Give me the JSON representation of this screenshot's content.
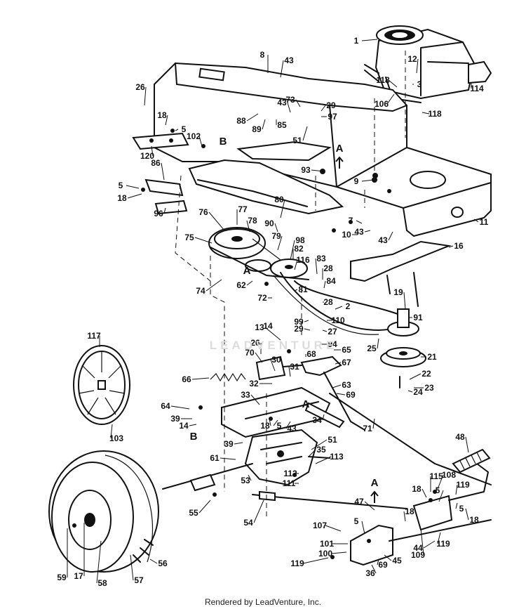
{
  "footer": {
    "credit": "Rendered by LeadVenture, Inc."
  },
  "watermark": {
    "text": "LEADVENTURE"
  },
  "callouts": [
    {
      "key": "p1",
      "text": "1"
    },
    {
      "key": "p3",
      "text": "3"
    },
    {
      "key": "p12",
      "text": "12"
    },
    {
      "key": "p114",
      "text": "114"
    },
    {
      "key": "p118a",
      "text": "118"
    },
    {
      "key": "p106",
      "text": "106"
    },
    {
      "key": "p118b",
      "text": "118"
    },
    {
      "key": "p8",
      "text": "8"
    },
    {
      "key": "p43a",
      "text": "43"
    },
    {
      "key": "p73",
      "text": "73"
    },
    {
      "key": "p43b",
      "text": "43"
    },
    {
      "key": "p29a",
      "text": "29"
    },
    {
      "key": "p97",
      "text": "97"
    },
    {
      "key": "p88",
      "text": "88"
    },
    {
      "key": "p89",
      "text": "89"
    },
    {
      "key": "p85",
      "text": "85"
    },
    {
      "key": "p51a",
      "text": "51"
    },
    {
      "key": "p26a",
      "text": "26"
    },
    {
      "key": "p18a",
      "text": "18"
    },
    {
      "key": "p5a",
      "text": "5"
    },
    {
      "key": "p102",
      "text": "102"
    },
    {
      "key": "pB1",
      "text": "B"
    },
    {
      "key": "p120",
      "text": "120"
    },
    {
      "key": "pA1",
      "text": "A"
    },
    {
      "key": "p93",
      "text": "93"
    },
    {
      "key": "p9",
      "text": "9"
    },
    {
      "key": "p86",
      "text": "86"
    },
    {
      "key": "p5b",
      "text": "5"
    },
    {
      "key": "p18b",
      "text": "18"
    },
    {
      "key": "p96",
      "text": "96"
    },
    {
      "key": "p80",
      "text": "80"
    },
    {
      "key": "p7",
      "text": "7"
    },
    {
      "key": "p10",
      "text": "10"
    },
    {
      "key": "p43c",
      "text": "43"
    },
    {
      "key": "p43d",
      "text": "43"
    },
    {
      "key": "p11",
      "text": "11"
    },
    {
      "key": "p16",
      "text": "16"
    },
    {
      "key": "p76",
      "text": "76"
    },
    {
      "key": "p77",
      "text": "77"
    },
    {
      "key": "p78",
      "text": "78"
    },
    {
      "key": "p90",
      "text": "90"
    },
    {
      "key": "p79",
      "text": "79"
    },
    {
      "key": "p98",
      "text": "98"
    },
    {
      "key": "p75",
      "text": "75"
    },
    {
      "key": "p82",
      "text": "82"
    },
    {
      "key": "p116",
      "text": "116"
    },
    {
      "key": "p83",
      "text": "83"
    },
    {
      "key": "p28a",
      "text": "28"
    },
    {
      "key": "pA2",
      "text": "A"
    },
    {
      "key": "p74",
      "text": "74"
    },
    {
      "key": "p62",
      "text": "62"
    },
    {
      "key": "p84",
      "text": "84"
    },
    {
      "key": "p81",
      "text": "81"
    },
    {
      "key": "p72",
      "text": "72"
    },
    {
      "key": "p28b",
      "text": "28"
    },
    {
      "key": "p2",
      "text": "2"
    },
    {
      "key": "p19",
      "text": "19"
    },
    {
      "key": "p91",
      "text": "91"
    },
    {
      "key": "p110",
      "text": "110"
    },
    {
      "key": "p99",
      "text": "99"
    },
    {
      "key": "p29b",
      "text": "29"
    },
    {
      "key": "p27",
      "text": "27"
    },
    {
      "key": "p13",
      "text": "13"
    },
    {
      "key": "p14a",
      "text": "14"
    },
    {
      "key": "p94",
      "text": "94"
    },
    {
      "key": "p65",
      "text": "65"
    },
    {
      "key": "p25",
      "text": "25"
    },
    {
      "key": "p21",
      "text": "21"
    },
    {
      "key": "p117",
      "text": "117"
    },
    {
      "key": "p26b",
      "text": "26"
    },
    {
      "key": "p70",
      "text": "70"
    },
    {
      "key": "p68",
      "text": "68"
    },
    {
      "key": "p30",
      "text": "30"
    },
    {
      "key": "p67",
      "text": "67"
    },
    {
      "key": "p31",
      "text": "31"
    },
    {
      "key": "p22",
      "text": "22"
    },
    {
      "key": "p66",
      "text": "66"
    },
    {
      "key": "p32",
      "text": "32"
    },
    {
      "key": "p24",
      "text": "24"
    },
    {
      "key": "p23",
      "text": "23"
    },
    {
      "key": "p63",
      "text": "63"
    },
    {
      "key": "p69a",
      "text": "69"
    },
    {
      "key": "p33",
      "text": "33"
    },
    {
      "key": "p64",
      "text": "64"
    },
    {
      "key": "pA3",
      "text": "A"
    },
    {
      "key": "p39a",
      "text": "39"
    },
    {
      "key": "p14b",
      "text": "14"
    },
    {
      "key": "p18c",
      "text": "18"
    },
    {
      "key": "p5c",
      "text": "5"
    },
    {
      "key": "p34",
      "text": "34"
    },
    {
      "key": "p43e",
      "text": "43"
    },
    {
      "key": "pB2",
      "text": "B"
    },
    {
      "key": "p71",
      "text": "71"
    },
    {
      "key": "p103",
      "text": "103"
    },
    {
      "key": "p39b",
      "text": "39"
    },
    {
      "key": "p51b",
      "text": "51"
    },
    {
      "key": "p35",
      "text": "35"
    },
    {
      "key": "p48",
      "text": "48"
    },
    {
      "key": "p61",
      "text": "61"
    },
    {
      "key": "p113",
      "text": "113"
    },
    {
      "key": "p112",
      "text": "112"
    },
    {
      "key": "p111",
      "text": "111"
    },
    {
      "key": "p53",
      "text": "53"
    },
    {
      "key": "p115",
      "text": "115"
    },
    {
      "key": "p108",
      "text": "108"
    },
    {
      "key": "pA4",
      "text": "A"
    },
    {
      "key": "p18d",
      "text": "18"
    },
    {
      "key": "p5d",
      "text": "5"
    },
    {
      "key": "p119a",
      "text": "119"
    },
    {
      "key": "p55",
      "text": "55"
    },
    {
      "key": "p47",
      "text": "47"
    },
    {
      "key": "p54",
      "text": "54"
    },
    {
      "key": "p18e",
      "text": "18"
    },
    {
      "key": "p5e",
      "text": "5"
    },
    {
      "key": "p18f",
      "text": "18"
    },
    {
      "key": "p107",
      "text": "107"
    },
    {
      "key": "p5f",
      "text": "5"
    },
    {
      "key": "p119b",
      "text": "119"
    },
    {
      "key": "p101",
      "text": "101"
    },
    {
      "key": "p100",
      "text": "100"
    },
    {
      "key": "p109",
      "text": "109"
    },
    {
      "key": "p44",
      "text": "44"
    },
    {
      "key": "p119c",
      "text": "119"
    },
    {
      "key": "p45",
      "text": "45"
    },
    {
      "key": "p69b",
      "text": "69"
    },
    {
      "key": "p36",
      "text": "36"
    },
    {
      "key": "p56",
      "text": "56"
    },
    {
      "key": "p59",
      "text": "59"
    },
    {
      "key": "p17",
      "text": "17"
    },
    {
      "key": "p58",
      "text": "58"
    },
    {
      "key": "p57",
      "text": "57"
    }
  ]
}
